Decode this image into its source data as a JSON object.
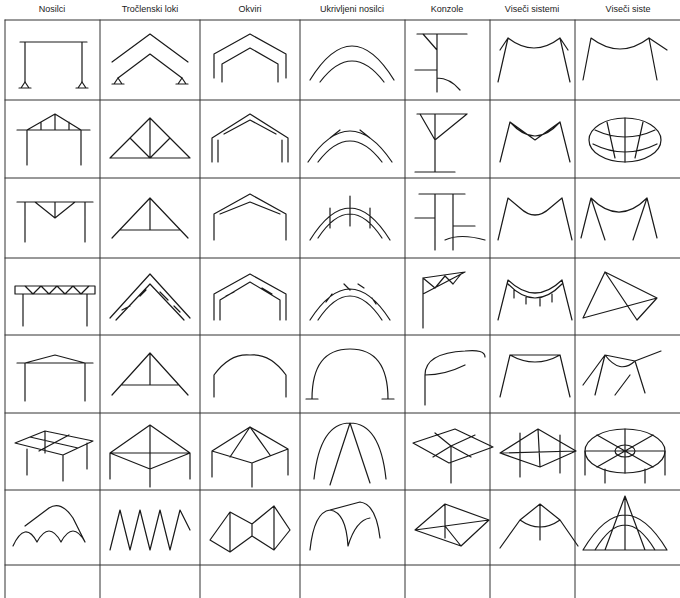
{
  "diagram": {
    "labels": [
      "Nosilci",
      "Tročlenski loki",
      "Okviri",
      "Ukrivljeni nosilci",
      "Konzole",
      "Viseči sistemi",
      "Viseči siste"
    ]
  }
}
